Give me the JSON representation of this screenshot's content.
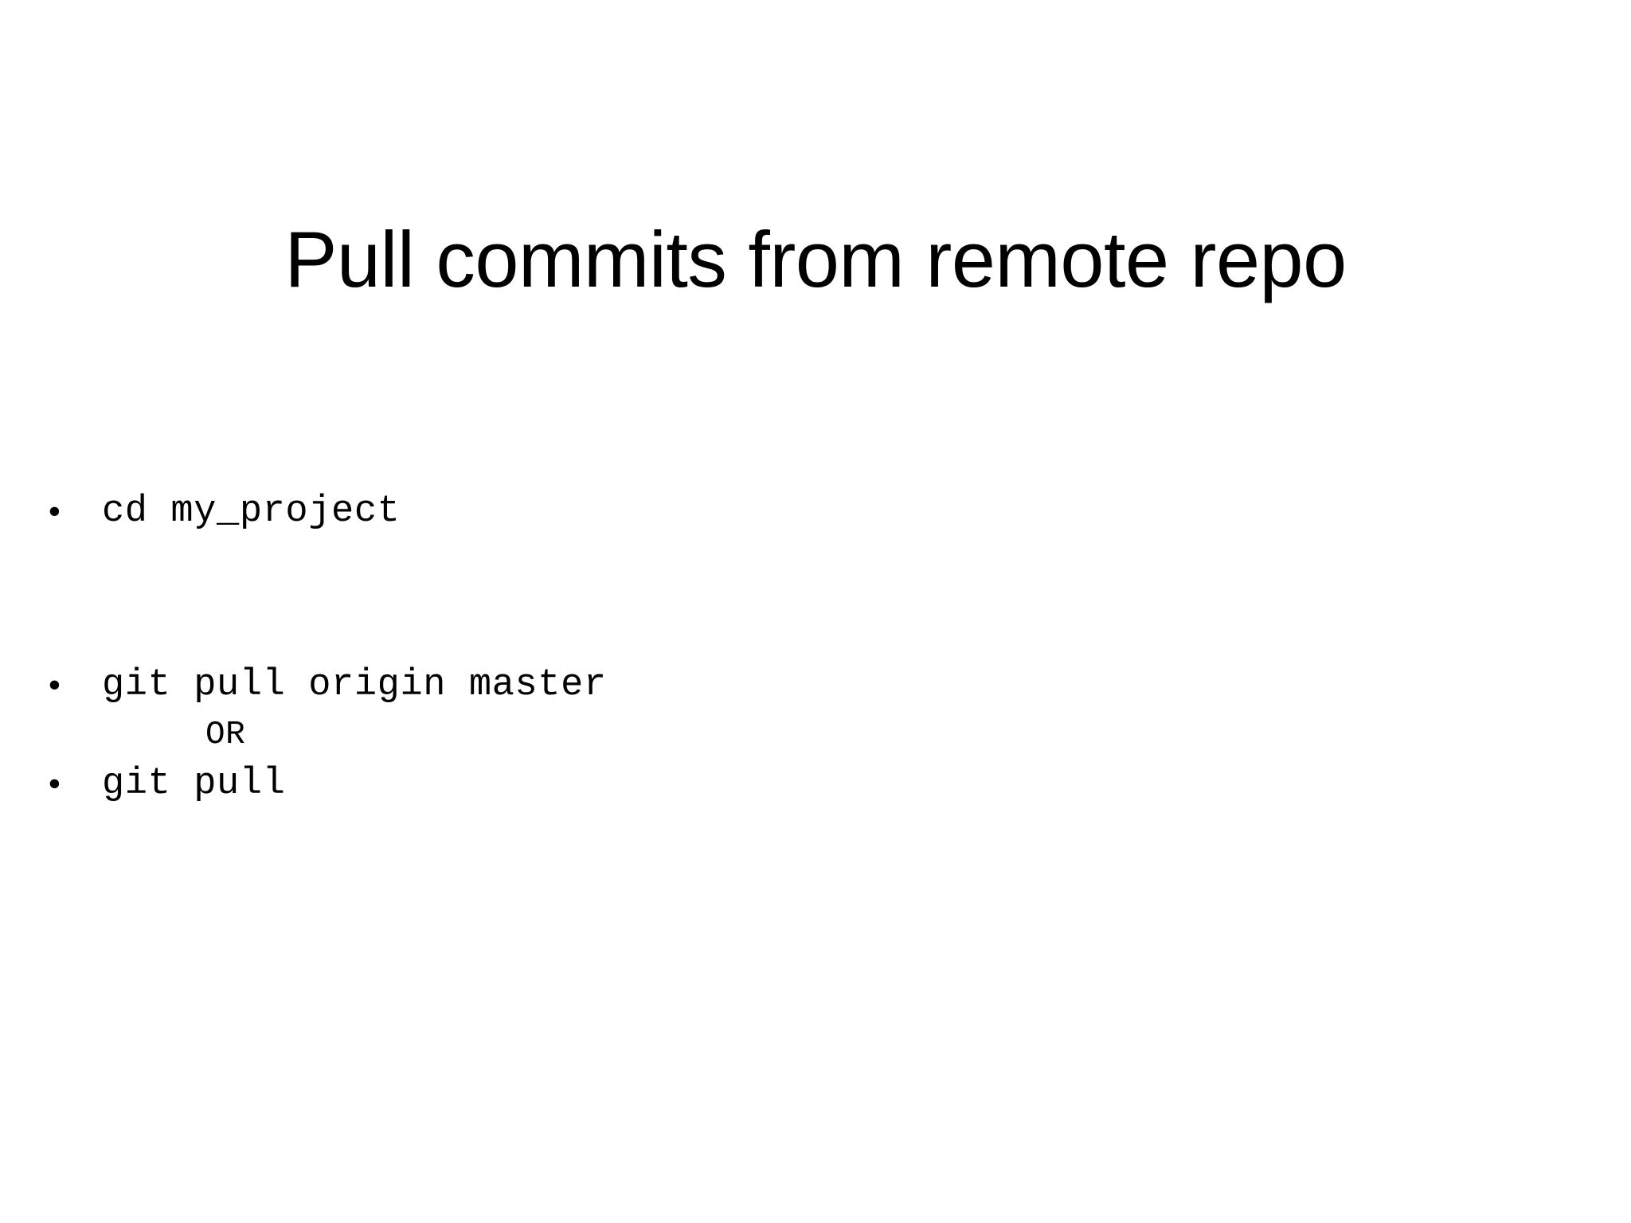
{
  "slide": {
    "title": "Pull commits from remote repo",
    "background_color": "#ffffff",
    "text_color": "#000000",
    "bullet_glyph": "•"
  },
  "body": {
    "items": [
      {
        "marker": "•",
        "text": "cd my_project"
      },
      {
        "marker": "•",
        "text": "git pull origin master"
      },
      {
        "marker": "•",
        "text": "git pull"
      }
    ],
    "connector": "OR"
  }
}
